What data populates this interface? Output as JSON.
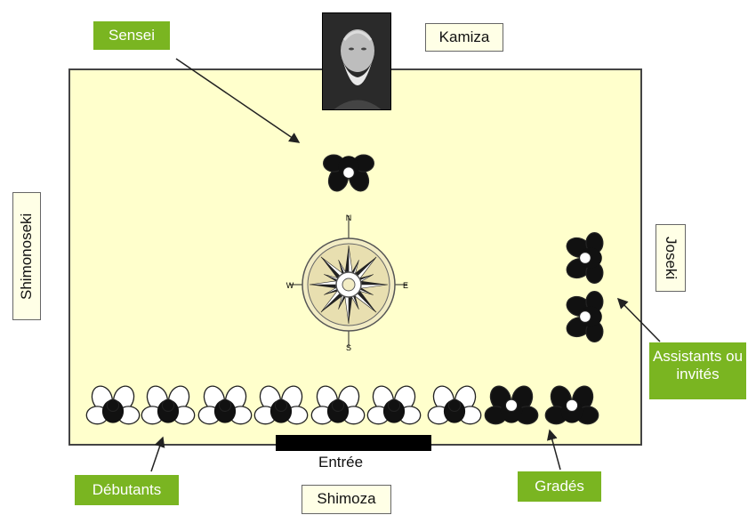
{
  "labels": {
    "sensei": "Sensei",
    "kamiza": "Kamiza",
    "shimoseki": "Shimonoseki",
    "joseki": "Joseki",
    "assistants": "Assistants ou invités",
    "debutants": "Débutants",
    "grades": "Gradés",
    "entree": "Entrée",
    "shimoza": "Shimoza"
  },
  "compass": {
    "n": "N",
    "s": "S",
    "e": "E",
    "w": "W"
  },
  "colors": {
    "floor": "#ffffcc",
    "green": "#7ab521",
    "border": "#444444"
  },
  "figures": {
    "sensei": "dark",
    "assistants": [
      "dark",
      "dark"
    ],
    "bottom_row": [
      "light",
      "light",
      "light",
      "light",
      "light",
      "light",
      "light",
      "dark",
      "dark"
    ]
  }
}
